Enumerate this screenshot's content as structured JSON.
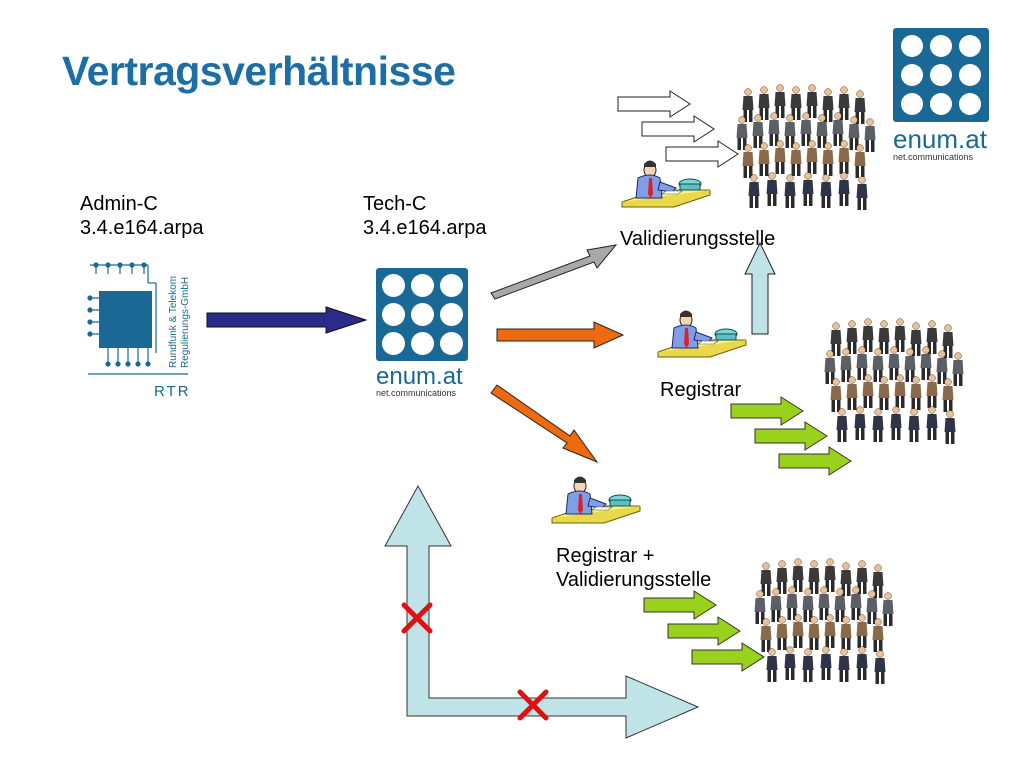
{
  "title": "Vertragsverhältnisse",
  "admin": {
    "name": "Admin-C",
    "zone": "3.4.e164.arpa"
  },
  "tech": {
    "name": "Tech-C",
    "zone": "3.4.e164.arpa"
  },
  "rtr_logo": {
    "vertical_text_1": "Rundfunk & Telekom",
    "vertical_text_2": "Regulierungs-GmbH",
    "abbr": "RTR"
  },
  "enum_logo": {
    "name": "enum.at",
    "sub": "net.communications"
  },
  "roles": {
    "validation": "Validierungsstelle",
    "registrar": "Registrar",
    "combined_line1": "Registrar +",
    "combined_line2": "Validierungsstelle"
  },
  "colors": {
    "title": "#1c6ea4",
    "logo_blue": "#1a6896",
    "arrow_navy": "#2b2b8a",
    "arrow_grey": "#a8a8a8",
    "arrow_orange": "#ee6a10",
    "arrow_lightblue": "#bfe3e6",
    "arrow_green": "#9ad11c",
    "cross_red": "#e01010"
  }
}
